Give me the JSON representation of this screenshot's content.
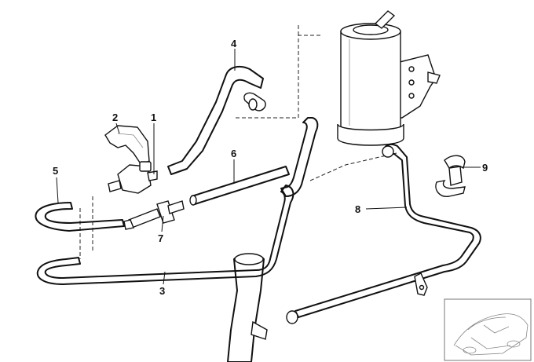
{
  "diagram": {
    "callouts": [
      {
        "id": "1",
        "label": "1"
      },
      {
        "id": "2",
        "label": "2"
      },
      {
        "id": "3",
        "label": "3"
      },
      {
        "id": "4",
        "label": "4"
      },
      {
        "id": "5",
        "label": "5"
      },
      {
        "id": "6",
        "label": "6"
      },
      {
        "id": "7",
        "label": "7"
      },
      {
        "id": "8",
        "label": "8"
      },
      {
        "id": "9",
        "label": "9"
      }
    ],
    "thumbnail_icon": "car-silhouette-icon"
  }
}
